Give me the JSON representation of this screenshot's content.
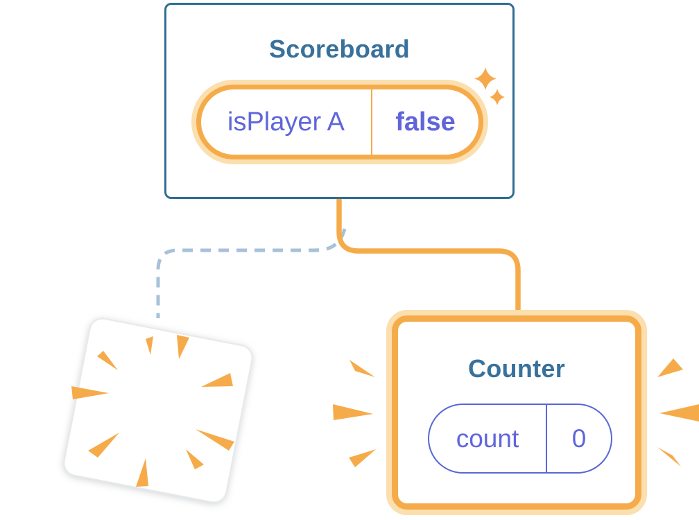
{
  "diagram": {
    "scoreboard_card": {
      "title": "Scoreboard",
      "state_pill": {
        "key": "isPlayer A",
        "value": "false"
      }
    },
    "counter_card": {
      "title": "Counter",
      "state_pill": {
        "key": "count",
        "value": "0"
      }
    },
    "connectors": {
      "preserved": {
        "style": "solid",
        "color": "#F6AB4A",
        "from": "Scoreboard",
        "to": "Counter"
      },
      "destroyed": {
        "style": "dashed",
        "color": "#A6C1D8",
        "from": "Scoreboard",
        "to": "poof-card"
      }
    },
    "icons": {
      "sparkles": "two four-point stars marking new state",
      "poof_burst": "nine orange rays on destroyed component card",
      "emphasis_rays": "three orange rays on each side of Counter card"
    },
    "colors": {
      "card_border_blue": "#2F6E93",
      "title_text": "#38719B",
      "accent_orange": "#F6AB4A",
      "accent_orange_glow": "#FBDFAE",
      "state_text_purple": "#6065DB",
      "pill_border_purple": "#5767D5",
      "dashed_connector": "#A6C1D8",
      "background": "#FFFFFF"
    }
  }
}
